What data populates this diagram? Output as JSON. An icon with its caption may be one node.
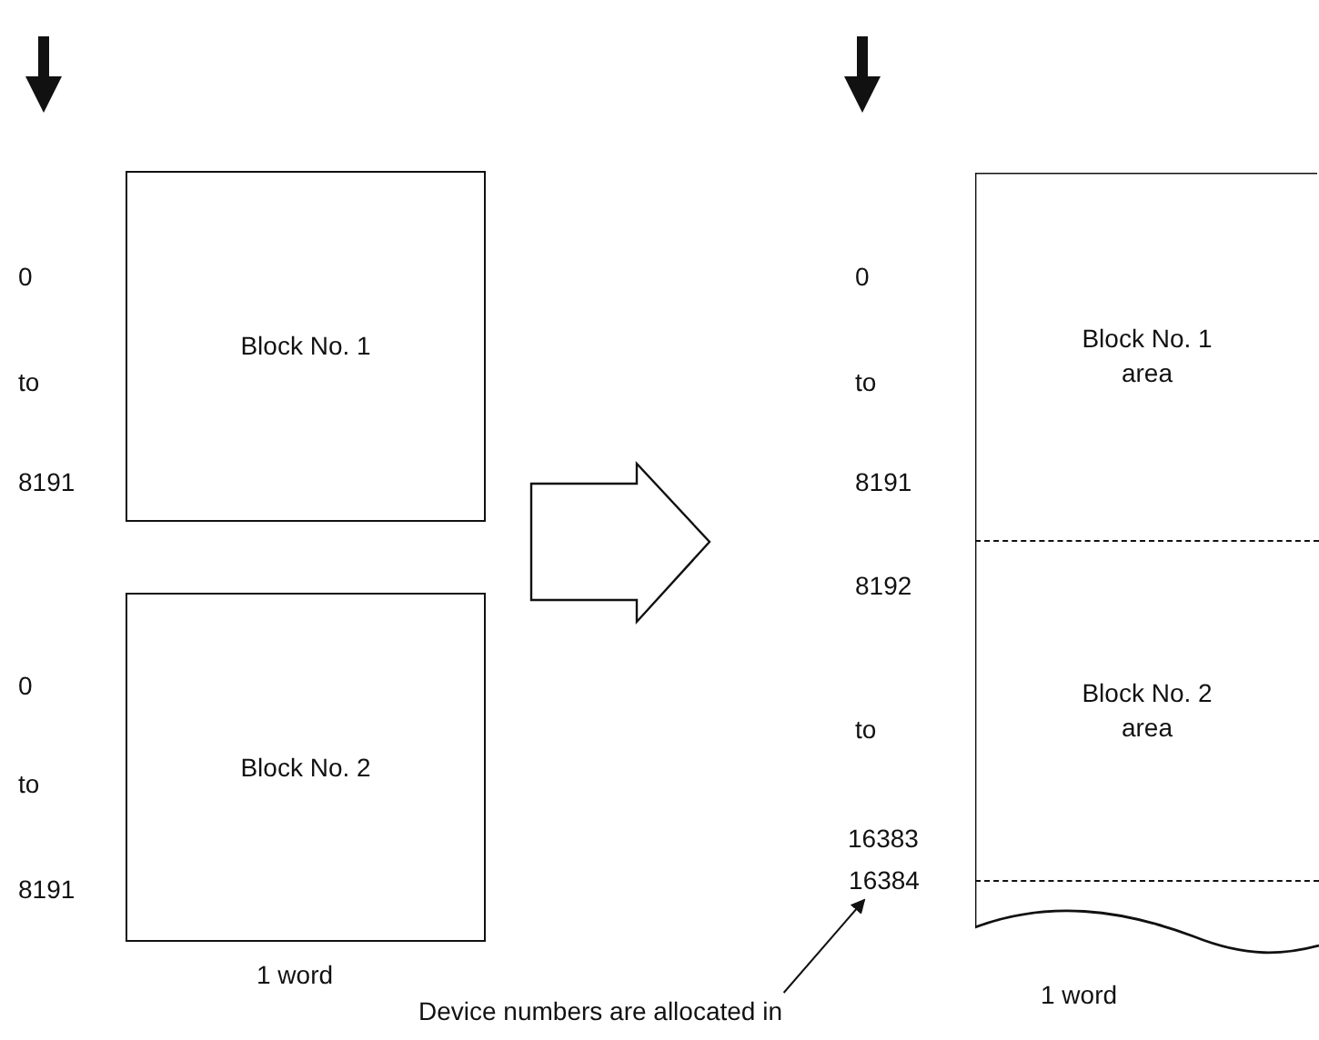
{
  "diagram": {
    "nodes": [
      {
        "text": [
          "Block No. 1"
        ]
      },
      {
        "text": [
          "Block No. 2"
        ],
        "beside": [
          "1 word"
        ]
      },
      {
        "text": [],
        "shape": "box"
      },
      {
        "text": [
          "Block No. 2 area"
        ],
        "in": 2
      },
      {
        "text": [
          "Block No. 1 area"
        ],
        "in": 2
      },
      {
        "text": [
          "Device numbers are allocated in"
        ]
      },
      {
        "text": [
          "16384"
        ]
      }
    ],
    "edges": [
      {
        "from": 5,
        "to": 6,
        "arrow": "to"
      }
    ],
    "labels": [
      "0",
      "to",
      "8191",
      "0",
      "to",
      "8191",
      "0",
      "to",
      "8191",
      "8192",
      "to",
      "16383",
      "1 word"
    ]
  }
}
